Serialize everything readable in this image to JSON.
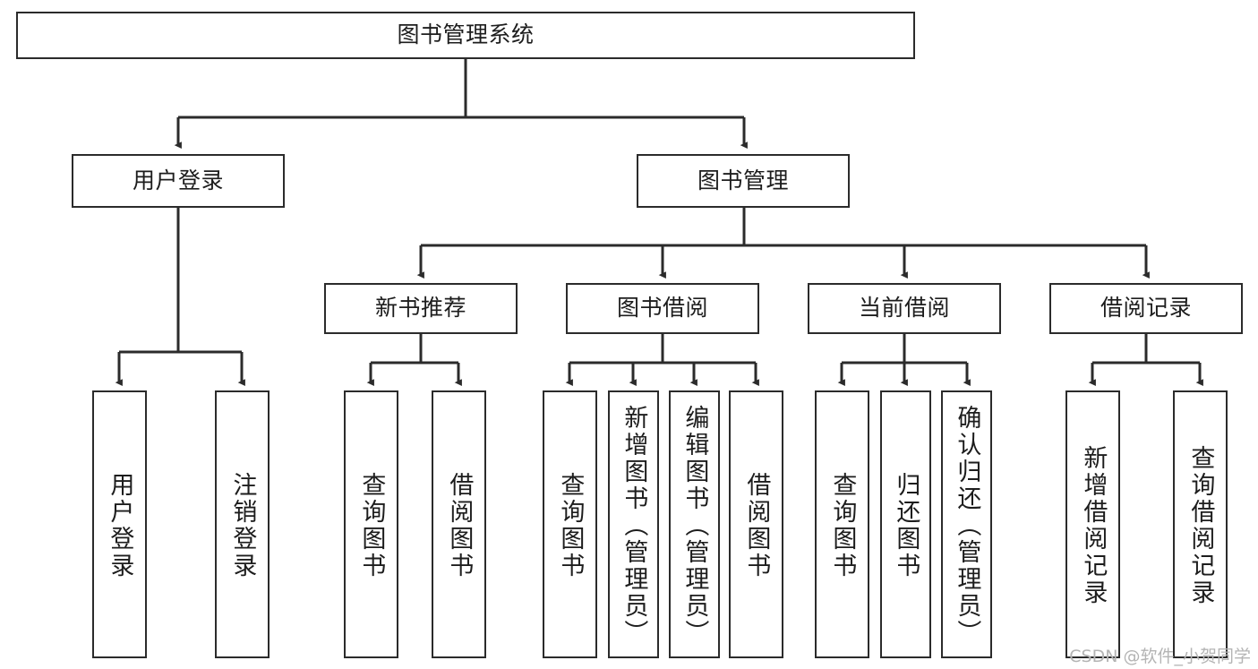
{
  "diagram": {
    "type": "tree-hierarchy-diagram",
    "title": "图书管理系统",
    "watermark": "CSDN @软件_小贺同学",
    "colors": {
      "stroke": "#2b2b2b",
      "fill": "#ffffff",
      "text": "#1d1d1d",
      "watermark": "#b4b4b4"
    },
    "root": {
      "label": "图书管理系统"
    },
    "level2": [
      {
        "label": "用户登录"
      },
      {
        "label": "图书管理"
      }
    ],
    "level3": [
      {
        "label": "新书推荐"
      },
      {
        "label": "图书借阅"
      },
      {
        "label": "当前借阅"
      },
      {
        "label": "借阅记录"
      }
    ],
    "leaves": {
      "user_login": [
        {
          "label": "用户登录"
        },
        {
          "label": "注销登录"
        }
      ],
      "new_book_recommend": [
        {
          "label": "查询图书"
        },
        {
          "label": "借阅图书"
        }
      ],
      "book_borrow": [
        {
          "label": "查询图书"
        },
        {
          "label": "新增图书（管理员）"
        },
        {
          "label": "编辑图书（管理员）"
        },
        {
          "label": "借阅图书"
        }
      ],
      "current_borrow": [
        {
          "label": "查询图书"
        },
        {
          "label": "归还图书"
        },
        {
          "label": "确认归还（管理员）"
        }
      ],
      "borrow_record": [
        {
          "label": "新增借阅记录"
        },
        {
          "label": "查询借阅记录"
        }
      ]
    }
  }
}
